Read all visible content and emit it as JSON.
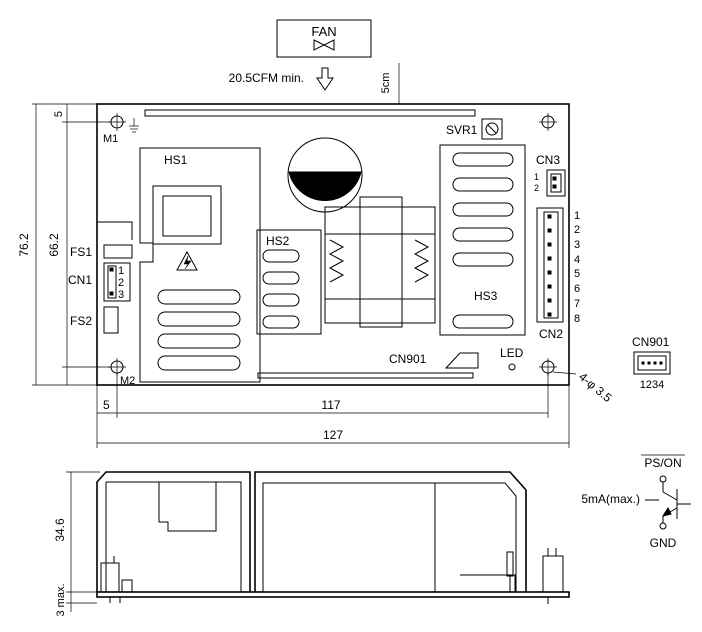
{
  "top_view": {
    "fan": {
      "label": "FAN",
      "airflow": "20.5CFM min.",
      "clearance": "5cm"
    },
    "labels": {
      "m1": "M1",
      "m2": "M2",
      "hs1": "HS1",
      "hs2": "HS2",
      "hs3": "HS3",
      "svr1": "SVR1",
      "cn3": "CN3",
      "cn2": "CN2",
      "cn1": "CN1",
      "fs1": "FS1",
      "fs2": "FS2",
      "cn901": "CN901",
      "led": "LED"
    },
    "cn3_pins": [
      "1",
      "2"
    ],
    "cn1_pins": [
      "1",
      "2",
      "3"
    ],
    "cn2_pins": [
      "1",
      "2",
      "3",
      "4",
      "5",
      "6",
      "7",
      "8"
    ],
    "holes": "4-φ 3.5",
    "dims": {
      "height_outer": "76.2",
      "height_inner": "66.2",
      "top_offset": "5",
      "left_offset": "5",
      "hole_span": "117",
      "width": "127"
    }
  },
  "cn901_detail": {
    "label": "CN901",
    "pins": "1234"
  },
  "side_view": {
    "height": "34.6",
    "standoff": "3 max."
  },
  "ps_on": {
    "label": "PS/ON",
    "current": "5mA(max.)",
    "ground": "GND"
  }
}
